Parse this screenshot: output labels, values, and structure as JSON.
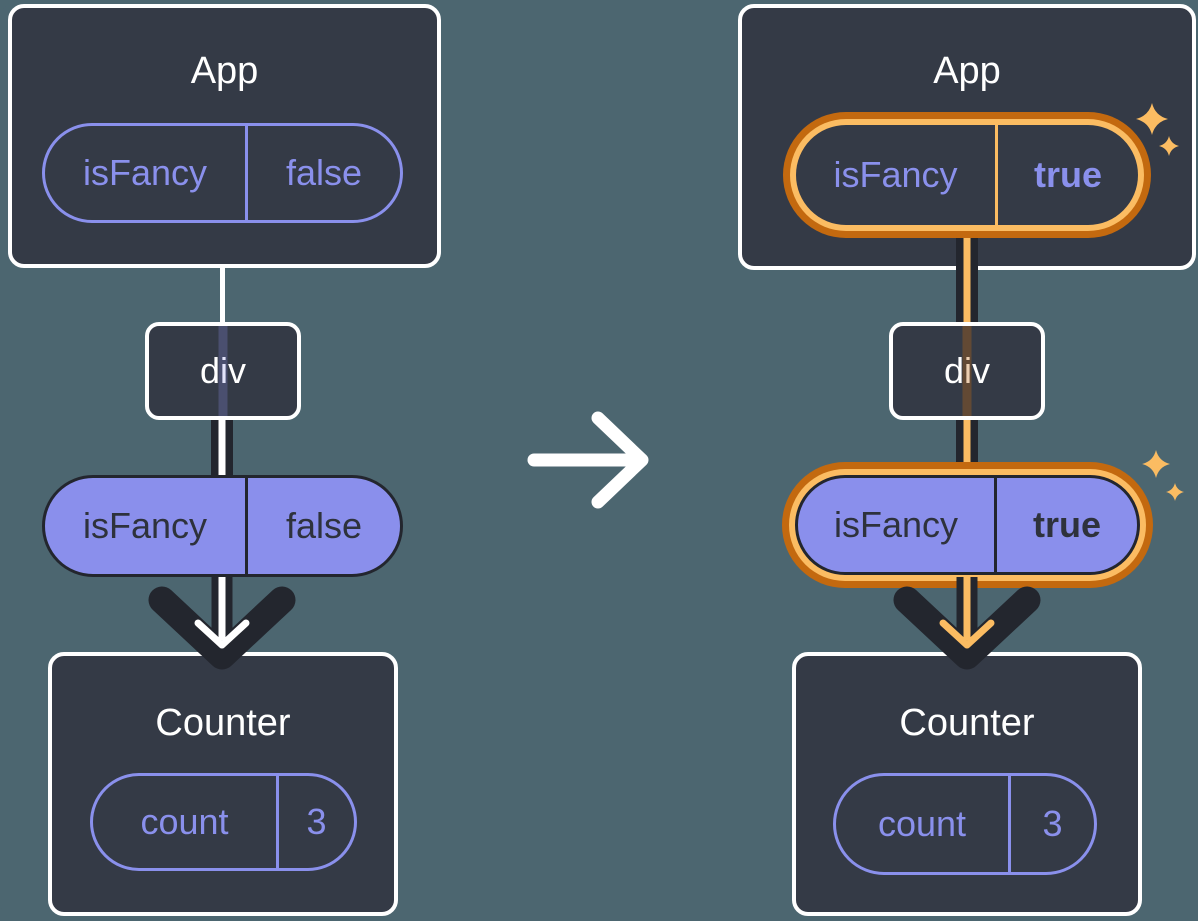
{
  "panels": {
    "before": {
      "app": {
        "title": "App",
        "prop_name": "isFancy",
        "prop_value": "false"
      },
      "div_label": "div",
      "passed_prop": {
        "name": "isFancy",
        "value": "false"
      },
      "counter": {
        "title": "Counter",
        "state_name": "count",
        "state_value": "3"
      }
    },
    "after": {
      "app": {
        "title": "App",
        "prop_name": "isFancy",
        "prop_value": "true"
      },
      "div_label": "div",
      "passed_prop": {
        "name": "isFancy",
        "value": "true"
      },
      "counter": {
        "title": "Counter",
        "state_name": "count",
        "state_value": "3"
      }
    }
  },
  "icons": {
    "transition_arrow": "right-arrow",
    "sparkle": "four-point-star"
  },
  "colors": {
    "background": "#4C6670",
    "card": "#343A46",
    "purple": "#8A90EC",
    "pill_fill": "#8A8FEC",
    "dark_text": "#2E323C",
    "arrow_dark": "#23262E",
    "white": "#FFFFFF",
    "orange_dark": "#C3690F",
    "orange_light": "#FBBC62"
  }
}
